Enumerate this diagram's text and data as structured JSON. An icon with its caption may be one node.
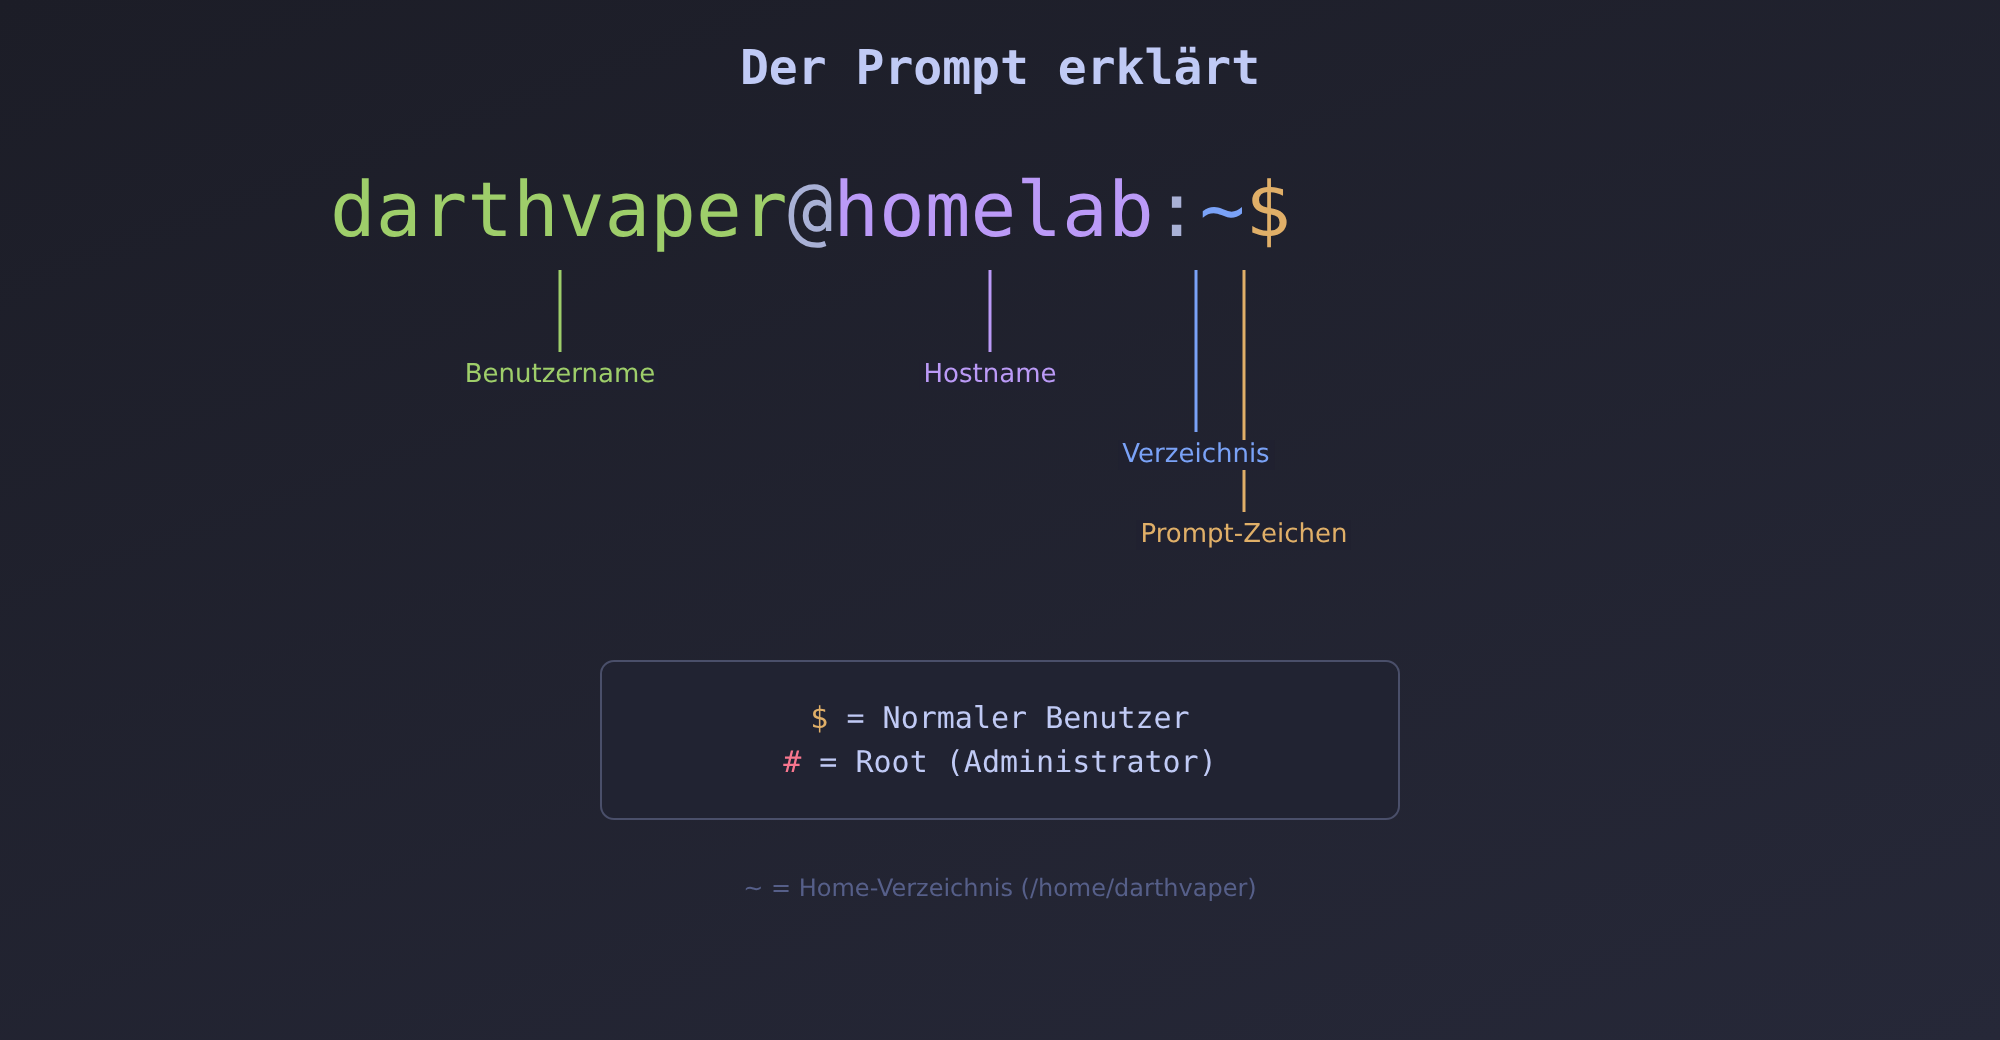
{
  "diagram": {
    "title": "Der Prompt erklärt",
    "nodes": [
      {
        "text": [
          "darthvaper"
        ]
      },
      {
        "text": [
          "homelab"
        ]
      },
      {
        "text": [
          "~"
        ]
      },
      {
        "text": [
          "$"
        ]
      },
      {
        "text": [
          "Benutzername"
        ]
      },
      {
        "text": [
          "Hostname"
        ]
      },
      {
        "text": [
          "Verzeichnis"
        ]
      },
      {
        "text": [
          "Prompt-Zeichen"
        ]
      },
      {
        "text": [
          "$ = Normaler Benutzer",
          "# = Root (Administrator)"
        ]
      }
    ],
    "edges": [
      {
        "from": 4,
        "to": 0,
        "arrow": "none",
        "color": "#9ece6a"
      },
      {
        "from": 5,
        "to": 1,
        "arrow": "none",
        "color": "#bb9af7"
      },
      {
        "from": 6,
        "to": 2,
        "arrow": "none",
        "color": "#7aa2f7"
      },
      {
        "from": 7,
        "to": 3,
        "arrow": "none",
        "color": "#e0af68"
      }
    ],
    "labels": [
      "@",
      ":",
      "~ = Home-Verzeichnis (/home/darthvaper)"
    ]
  }
}
